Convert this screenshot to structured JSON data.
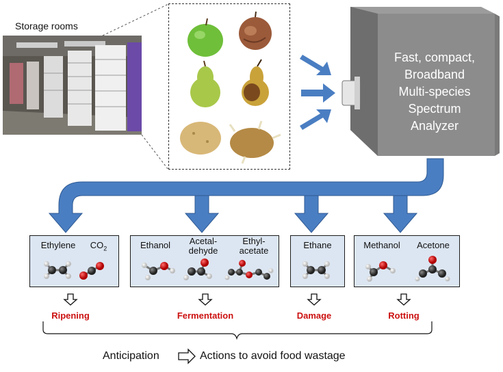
{
  "storage_label": "Storage rooms",
  "analyzer_lines": [
    "Fast, compact,",
    "Broadband",
    "Multi-species",
    "Spectrum",
    "Analyzer"
  ],
  "groups": [
    {
      "molecules": [
        "Ethylene",
        "CO2"
      ]
    },
    {
      "molecules": [
        "Ethanol",
        "Acetal-dehyde",
        "Ethyl-acetate"
      ]
    },
    {
      "molecules": [
        "Ethane"
      ]
    },
    {
      "molecules": [
        "Methanol",
        "Acetone"
      ]
    }
  ],
  "mol_labels": {
    "ethylene": "Ethylene",
    "co2": "CO",
    "co2_sub": "2",
    "ethanol": "Ethanol",
    "acetaldehyde_1": "Acetal-",
    "acetaldehyde_2": "dehyde",
    "ethylacetate_1": "Ethyl-",
    "ethylacetate_2": "acetate",
    "ethane": "Ethane",
    "methanol": "Methanol",
    "acetone": "Acetone"
  },
  "outcomes": {
    "ripening": "Ripening",
    "fermentation": "Fermentation",
    "damage": "Damage",
    "rotting": "Rotting"
  },
  "footer": {
    "anticipation": "Anticipation",
    "actions": "Actions to avoid food wastage"
  },
  "colors": {
    "arrow_blue": "#4a7ec2",
    "arrow_dark": "#2f5a93",
    "box_fill": "#dce6f2",
    "outcome_red": "#cc1010",
    "analyzer_gray": "#8a8a8a"
  }
}
